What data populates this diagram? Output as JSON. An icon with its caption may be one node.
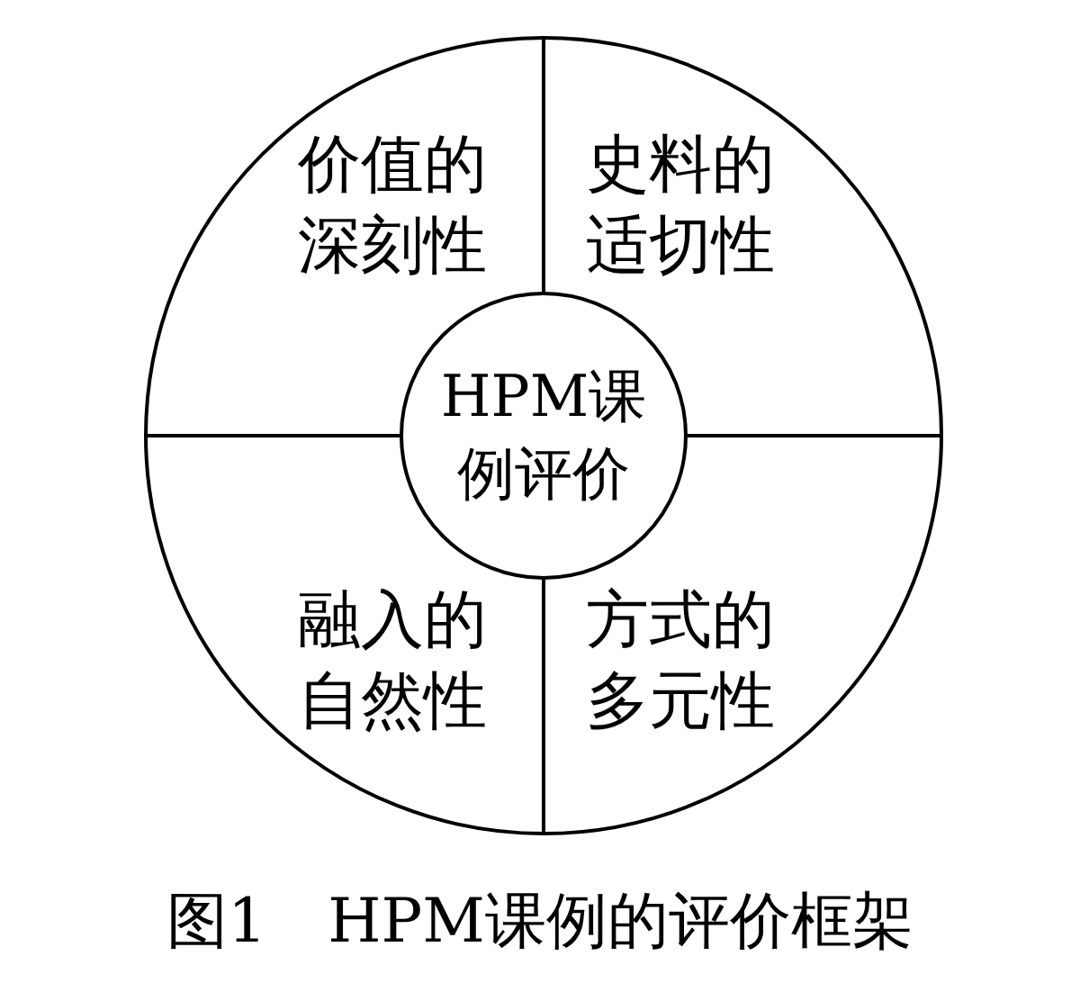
{
  "diagram": {
    "caption": "图1　HPM课例的评价框架",
    "nodes": [
      {
        "text": [],
        "shape": "circle"
      },
      {
        "text": [
          "价值的深刻性"
        ],
        "in": 0
      },
      {
        "text": [
          "史料的适切性"
        ],
        "in": 0
      },
      {
        "text": [
          "HPM课例评价"
        ],
        "in": 0
      },
      {
        "text": [
          "融入的自然性"
        ],
        "in": 0
      },
      {
        "text": [
          "方式的多元性"
        ],
        "in": 0
      }
    ]
  }
}
